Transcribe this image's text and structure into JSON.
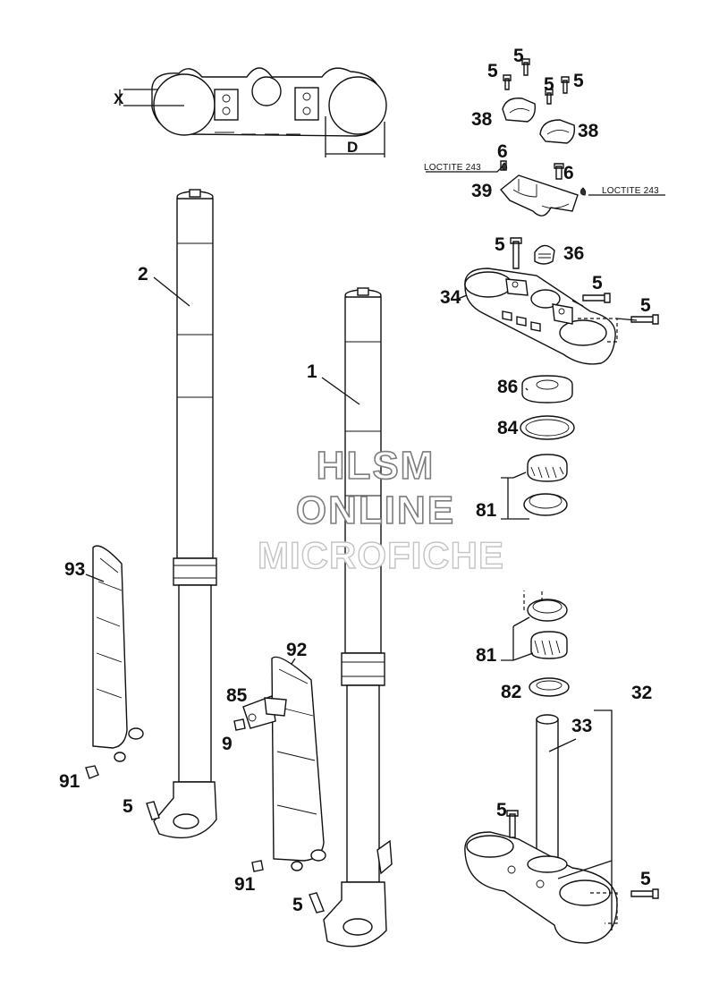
{
  "diagram": {
    "dimension_labels": {
      "x": "X",
      "d": "D"
    },
    "loctite": {
      "left": "LOCTITE 243",
      "right": "LOCTITE 243"
    },
    "watermark": {
      "line1": "HLSM",
      "line2": "ONLINE",
      "line3": "MICROFICHE"
    },
    "callouts": {
      "c5a": "5",
      "c5b": "5",
      "c5c": "5",
      "c5d": "5",
      "c38a": "38",
      "c38b": "38",
      "c6a": "6",
      "c6b": "6",
      "c39": "39",
      "c5e": "5",
      "c36": "36",
      "c5f": "5",
      "c34": "34",
      "c5g": "5",
      "c86": "86",
      "c84": "84",
      "c81a": "81",
      "c81b": "81",
      "c82": "82",
      "c32": "32",
      "c33": "33",
      "c5h": "5",
      "c5i": "5",
      "c2": "2",
      "c1": "1",
      "c93": "93",
      "c92": "92",
      "c85": "85",
      "c9": "9",
      "c91a": "91",
      "c5j": "5",
      "c91b": "91",
      "c5k": "5"
    }
  }
}
